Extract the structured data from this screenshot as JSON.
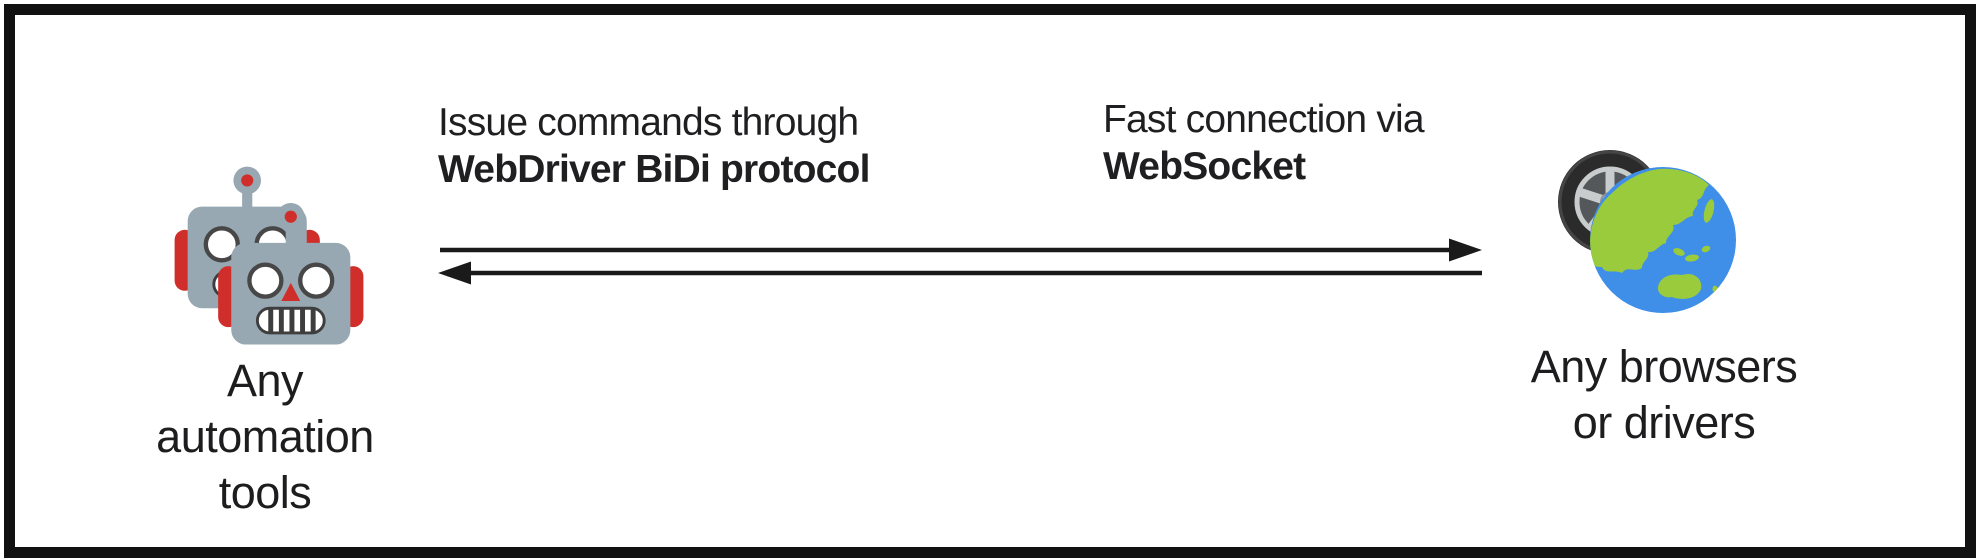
{
  "diagram": {
    "left_node": {
      "icon": "robots-icon",
      "label": "Any automation tools",
      "lines": [
        "Any",
        "automation",
        "tools"
      ]
    },
    "right_node": {
      "icon": "wheel-globe-icon",
      "label": "Any browsers or drivers",
      "lines": [
        "Any browsers",
        "or drivers"
      ]
    },
    "annotations": {
      "left": {
        "line_regular": "Issue commands through",
        "line_bold": "WebDriver BiDi protocol"
      },
      "right": {
        "line_regular": "Fast connection via",
        "line_bold": "WebSocket"
      }
    },
    "arrows": {
      "top_direction": "left-to-right",
      "bottom_direction": "right-to-left",
      "color": "#1a1a1a"
    },
    "colors": {
      "frame_border": "#111111",
      "background": "#ffffff",
      "text": "#1d1d1f",
      "robot_gray": "#98a8b2",
      "robot_red": "#d02e2a",
      "robot_eye_ring": "#474747",
      "globe_blue": "#3f8fe8",
      "globe_green": "#99cb3d",
      "tire_dark": "#2b2b2b",
      "rim_silver": "#c9cccd"
    }
  }
}
